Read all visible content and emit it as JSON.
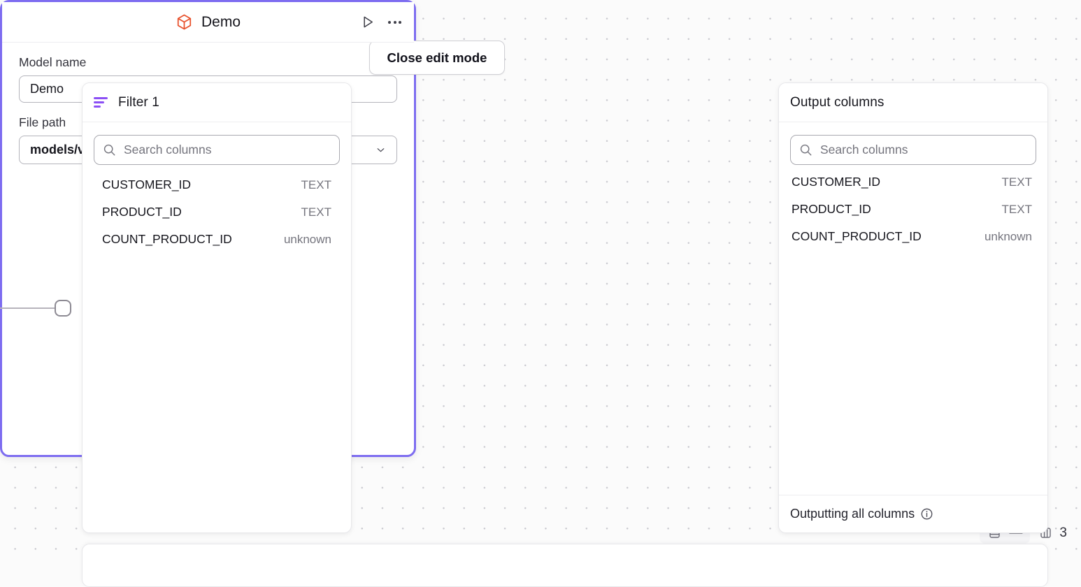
{
  "canvas": {
    "close_edit_mode_label": "Close edit mode"
  },
  "filter_panel": {
    "title": "Filter 1",
    "icon": "filter-icon",
    "search": {
      "placeholder": "Search columns",
      "value": "",
      "icon": "search-icon"
    },
    "columns": [
      {
        "name": "CUSTOMER_ID",
        "type": "TEXT"
      },
      {
        "name": "PRODUCT_ID",
        "type": "TEXT"
      },
      {
        "name": "COUNT_PRODUCT_ID",
        "type": "unknown"
      }
    ]
  },
  "model_panel": {
    "title": "Demo",
    "icon": "cube-icon",
    "icon_color": "#e8512c",
    "selected_border_color": "#7d6cf0",
    "actions": {
      "run_label": "run-icon",
      "more_label": "more-options-icon"
    },
    "fields": {
      "model_name_label": "Model name",
      "model_name_value": "Demo",
      "file_path_label": "File path",
      "file_path_value": "models/visual_editor"
    },
    "footer": {
      "rows_icon": "rows-icon",
      "rows_value": "—",
      "columns_icon": "columns-icon",
      "columns_count": "3"
    }
  },
  "output_panel": {
    "title": "Output columns",
    "search": {
      "placeholder": "Search columns",
      "value": "",
      "icon": "search-icon"
    },
    "columns": [
      {
        "name": "CUSTOMER_ID",
        "type": "TEXT"
      },
      {
        "name": "PRODUCT_ID",
        "type": "TEXT"
      },
      {
        "name": "COUNT_PRODUCT_ID",
        "type": "unknown"
      }
    ],
    "footer_text": "Outputting all columns",
    "footer_icon": "info-icon"
  }
}
